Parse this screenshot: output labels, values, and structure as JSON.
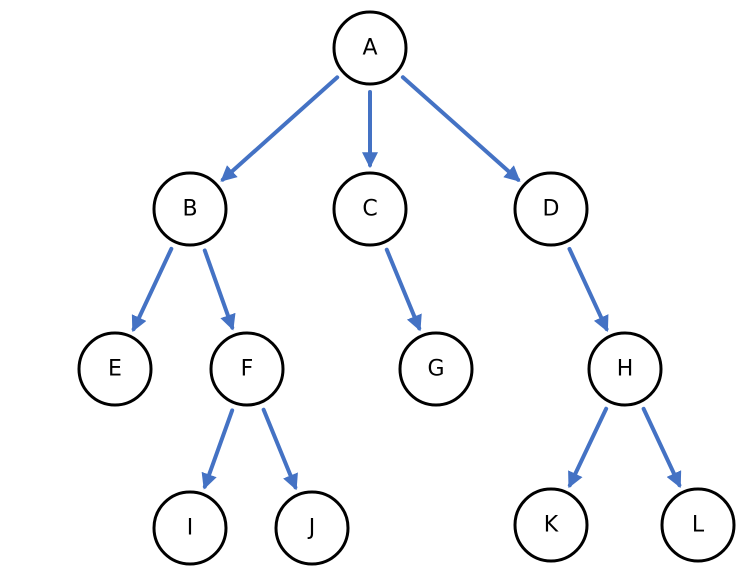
{
  "colors": {
    "edge": "#4472C4",
    "node_stroke": "#000000",
    "node_fill": "#ffffff",
    "label": "#000000"
  },
  "nodes": [
    {
      "id": "A",
      "label": "A"
    },
    {
      "id": "B",
      "label": "B"
    },
    {
      "id": "C",
      "label": "C"
    },
    {
      "id": "D",
      "label": "D"
    },
    {
      "id": "E",
      "label": "E"
    },
    {
      "id": "F",
      "label": "F"
    },
    {
      "id": "G",
      "label": "G"
    },
    {
      "id": "H",
      "label": "H"
    },
    {
      "id": "I",
      "label": "I"
    },
    {
      "id": "J",
      "label": "J"
    },
    {
      "id": "K",
      "label": "K"
    },
    {
      "id": "L",
      "label": "L"
    }
  ],
  "edges": [
    {
      "from": "A",
      "to": "B"
    },
    {
      "from": "A",
      "to": "C"
    },
    {
      "from": "A",
      "to": "D"
    },
    {
      "from": "B",
      "to": "E"
    },
    {
      "from": "B",
      "to": "F"
    },
    {
      "from": "C",
      "to": "G"
    },
    {
      "from": "D",
      "to": "H"
    },
    {
      "from": "F",
      "to": "I"
    },
    {
      "from": "F",
      "to": "J"
    },
    {
      "from": "H",
      "to": "K"
    },
    {
      "from": "H",
      "to": "L"
    }
  ]
}
